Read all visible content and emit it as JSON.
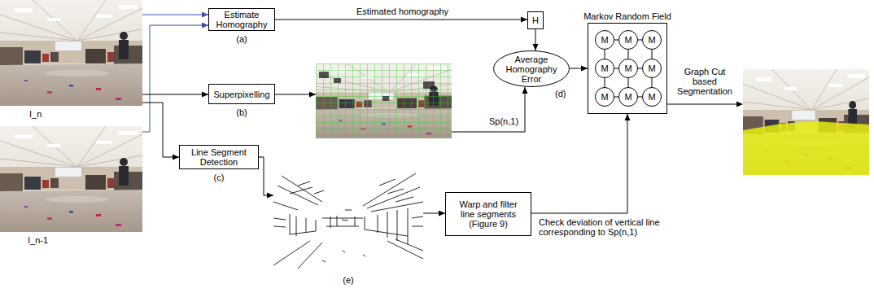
{
  "diagram": {
    "nodes": [
      {
        "text": [
          "I_n"
        ]
      },
      {
        "text": [
          "I_n-1"
        ]
      },
      {
        "text": [
          "Estimate Homography",
          "(a)"
        ]
      },
      {
        "text": [
          "Superpixelling",
          "(b)"
        ]
      },
      {
        "text": [
          "Line Segment Detection",
          "(c)"
        ]
      },
      {
        "text": [
          "(e)"
        ]
      },
      {
        "text": [
          "H"
        ]
      },
      {
        "text": [
          "Average Homography Error",
          "(d)"
        ]
      },
      {
        "text": [
          "Warp and filter line segments (Figure 9)"
        ]
      },
      {
        "text": [
          "Markov Random Field"
        ]
      },
      {
        "text": [
          "M"
        ],
        "in": 9
      },
      {
        "text": [
          "M"
        ],
        "in": 9
      },
      {
        "text": [
          "M"
        ],
        "in": 9
      },
      {
        "text": [
          "M"
        ],
        "in": 9
      },
      {
        "text": [
          "M"
        ],
        "in": 9
      },
      {
        "text": [
          "M"
        ],
        "in": 9
      },
      {
        "text": [
          "M"
        ],
        "in": 9
      },
      {
        "text": [
          "M"
        ],
        "in": 9
      },
      {
        "text": [
          "M"
        ],
        "in": 9
      }
    ],
    "edges": [
      {
        "from": 0,
        "to": 2,
        "arrow": "to"
      },
      {
        "from": 1,
        "to": 2,
        "arrow": "to"
      },
      {
        "from": 0,
        "to": 3,
        "arrow": "to"
      },
      {
        "from": 0,
        "to": 4,
        "arrow": "to"
      },
      {
        "from": 2,
        "to": 6,
        "arrow": "to",
        "label": "Estimated homography"
      },
      {
        "from": 6,
        "to": 7,
        "arrow": "to"
      },
      {
        "from": 3,
        "to": 7,
        "arrow": "to",
        "label": "Sp(n,1)"
      },
      {
        "from": 4,
        "to": 5,
        "arrow": "to"
      },
      {
        "from": 5,
        "to": 8,
        "arrow": "to"
      },
      {
        "from": 7,
        "to": 9,
        "arrow": "to"
      },
      {
        "from": 8,
        "to": 9,
        "arrow": "to",
        "label": "Check deviation of vertical line corresponding to Sp(n,1)"
      },
      {
        "from": 10,
        "to": 11,
        "arrow": "none"
      },
      {
        "from": 11,
        "to": 12,
        "arrow": "none"
      },
      {
        "from": 13,
        "to": 14,
        "arrow": "none"
      },
      {
        "from": 14,
        "to": 15,
        "arrow": "none"
      },
      {
        "from": 16,
        "to": 17,
        "arrow": "none"
      },
      {
        "from": 17,
        "to": 18,
        "arrow": "none"
      },
      {
        "from": 10,
        "to": 13,
        "arrow": "none"
      },
      {
        "from": 13,
        "to": 16,
        "arrow": "none"
      },
      {
        "from": 11,
        "to": 14,
        "arrow": "none"
      },
      {
        "from": 14,
        "to": 17,
        "arrow": "none"
      },
      {
        "from": 12,
        "to": 15,
        "arrow": "none"
      },
      {
        "from": 15,
        "to": 18,
        "arrow": "none"
      }
    ],
    "labels": [
      "Graph Cut based Segmentation"
    ]
  }
}
